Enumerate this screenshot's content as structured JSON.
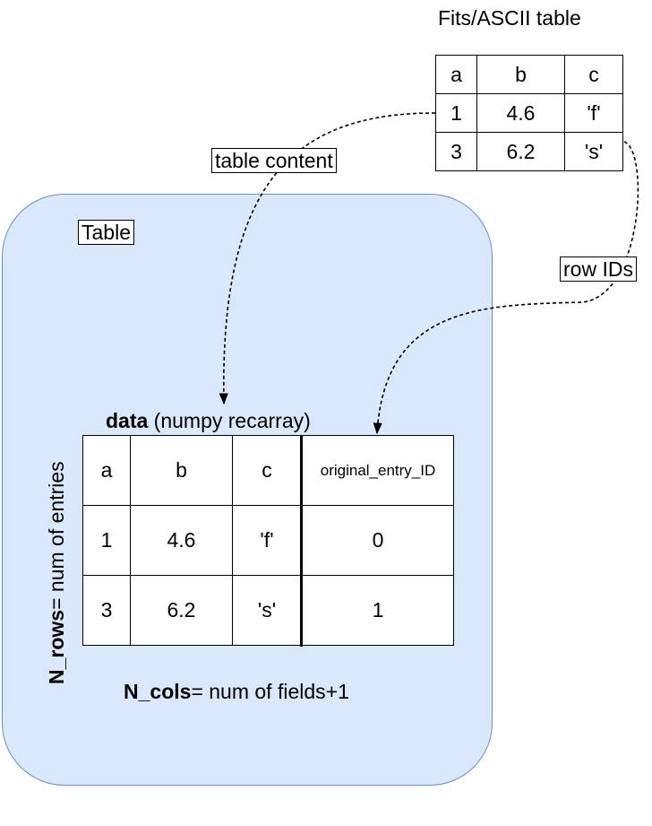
{
  "source": {
    "title": "Fits/ASCII table",
    "headers": [
      "a",
      "b",
      "c"
    ],
    "rows": [
      [
        "1",
        "4.6",
        "'f'"
      ],
      [
        "3",
        "6.2",
        "'s'"
      ]
    ]
  },
  "labels": {
    "table_content": "table content",
    "row_ids": "row IDs",
    "table": "Table"
  },
  "data": {
    "title_bold": "data",
    "title_rest": " (numpy recarray)",
    "headers": [
      "a",
      "b",
      "c"
    ],
    "rows": [
      [
        "1",
        "4.6",
        "'f'"
      ],
      [
        "3",
        "6.2",
        "'s'"
      ]
    ]
  },
  "ids": {
    "header": "original_entry_ID",
    "values": [
      "0",
      "1"
    ]
  },
  "n_rows": {
    "bold": "N_rows",
    "rest": "= num of entries"
  },
  "n_cols": {
    "bold": "N_cols",
    "rest": "= num of fields+1"
  },
  "colors": {
    "container_fill": "#dae8fc",
    "container_stroke": "#6c8ebf"
  }
}
